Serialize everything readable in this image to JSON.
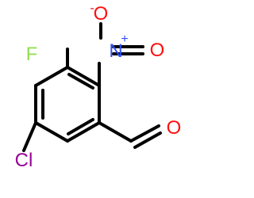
{
  "molecule": {
    "atoms": {
      "F": {
        "label": "F",
        "color": "#90e050"
      },
      "N": {
        "label": "N",
        "color": "#3050f8"
      },
      "N_charge": {
        "label": "+",
        "color": "#3050f8"
      },
      "O_nitro_top": {
        "label": "O",
        "color": "#ff0d0d"
      },
      "O_nitro_top_charge": {
        "label": "-",
        "color": "#ff0d0d"
      },
      "O_nitro_right": {
        "label": "O",
        "color": "#ff0d0d"
      },
      "Cl": {
        "label": "Cl",
        "color": "#940094"
      },
      "O_aldehyde": {
        "label": "O",
        "color": "#ff0d0d"
      }
    },
    "bond_color": "#000000"
  }
}
